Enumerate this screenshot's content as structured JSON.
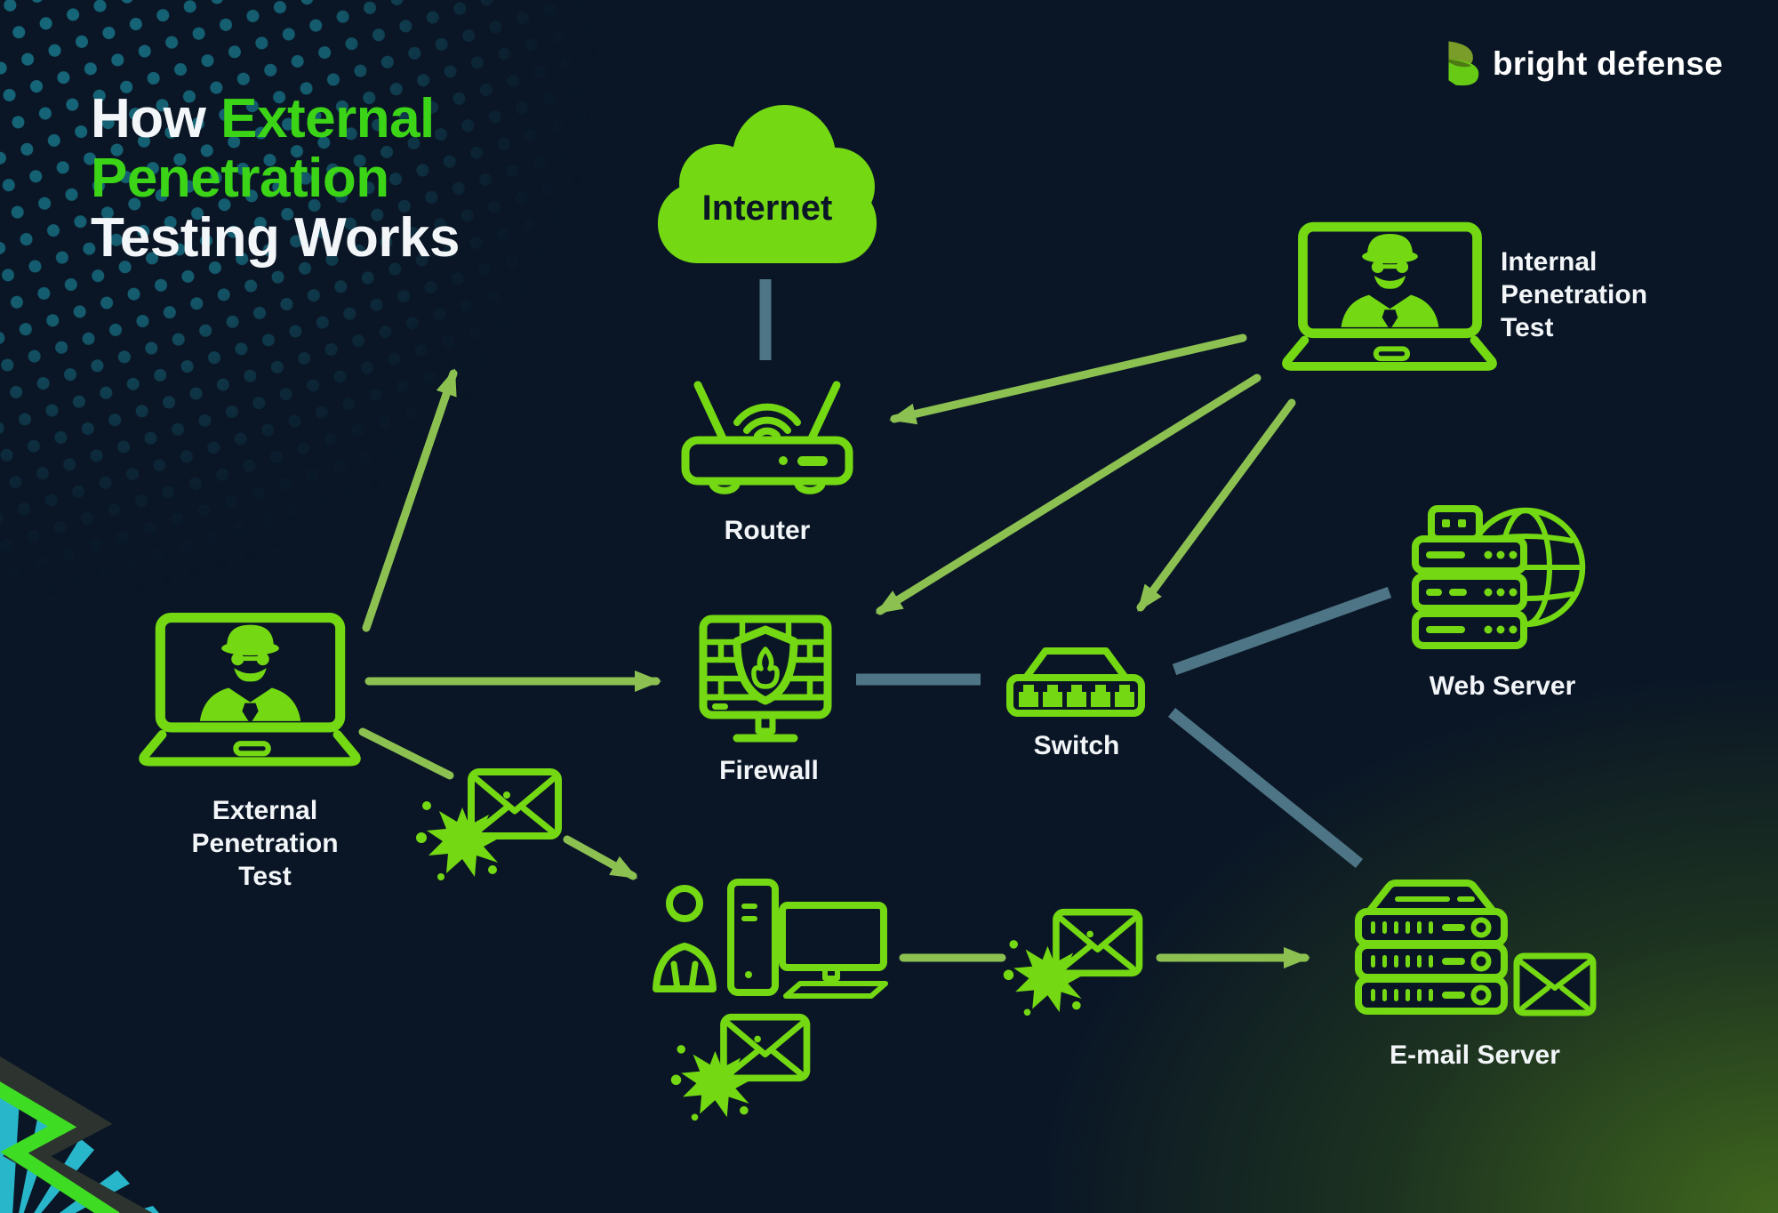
{
  "brand": {
    "name": "bright defense",
    "logo_icon": "bright-defense-logo"
  },
  "title": {
    "line1_white": "How ",
    "line1_green": "External",
    "line2_green": "Penetration",
    "line3_white": "Testing Works"
  },
  "nodes": {
    "internet": {
      "label": "Internet",
      "icon": "cloud-icon"
    },
    "router": {
      "label": "Router",
      "icon": "router-icon"
    },
    "firewall": {
      "label": "Firewall",
      "icon": "firewall-icon"
    },
    "switch": {
      "label": "Switch",
      "icon": "switch-icon"
    },
    "web_server": {
      "label": "Web Server",
      "icon": "web-server-globe-icon"
    },
    "email_server": {
      "label": "E-mail Server",
      "icon": "email-server-icon"
    },
    "internal_pentest": {
      "label": "Internal\nPenetration\nTest",
      "icon": "hacker-laptop-icon"
    },
    "external_pentest": {
      "label": "External\nPenetration\nTest",
      "icon": "hacker-laptop-icon"
    },
    "workstation": {
      "icon": "user-workstation-icon"
    },
    "malware_email_1": {
      "icon": "malware-email-icon"
    },
    "malware_email_2": {
      "icon": "malware-email-icon"
    },
    "malware_email_3": {
      "icon": "malware-email-icon"
    }
  },
  "connections": [
    {
      "from": "internet",
      "to": "router",
      "style": "teal-link"
    },
    {
      "from": "firewall",
      "to": "switch",
      "style": "teal-link"
    },
    {
      "from": "switch",
      "to": "web_server",
      "style": "teal-link"
    },
    {
      "from": "switch",
      "to": "email_server",
      "style": "teal-link"
    },
    {
      "from": "external_pentest",
      "to": "internet",
      "style": "attack-arrow"
    },
    {
      "from": "external_pentest",
      "to": "firewall",
      "style": "attack-arrow"
    },
    {
      "from": "external_pentest",
      "to": "workstation",
      "style": "attack-arrow",
      "via": "malware_email_1"
    },
    {
      "from": "internal_pentest",
      "to": "router",
      "style": "attack-arrow"
    },
    {
      "from": "internal_pentest",
      "to": "firewall",
      "style": "attack-arrow"
    },
    {
      "from": "internal_pentest",
      "to": "switch",
      "style": "attack-arrow"
    },
    {
      "from": "workstation",
      "to": "email_server",
      "style": "attack-arrow",
      "via": "malware_email_3"
    }
  ],
  "colors": {
    "background": "#0a1626",
    "icon_green": "#74d813",
    "title_green": "#3cd416",
    "arrow_green": "#8cc152",
    "teal_link": "#4e7585",
    "halftone_dot": "#16677a",
    "cyan_ray": "#28b6cb",
    "zigzag_green": "#3fdc24",
    "zigzag_shadow": "#2d332e",
    "text_white": "#f3f6f8"
  }
}
